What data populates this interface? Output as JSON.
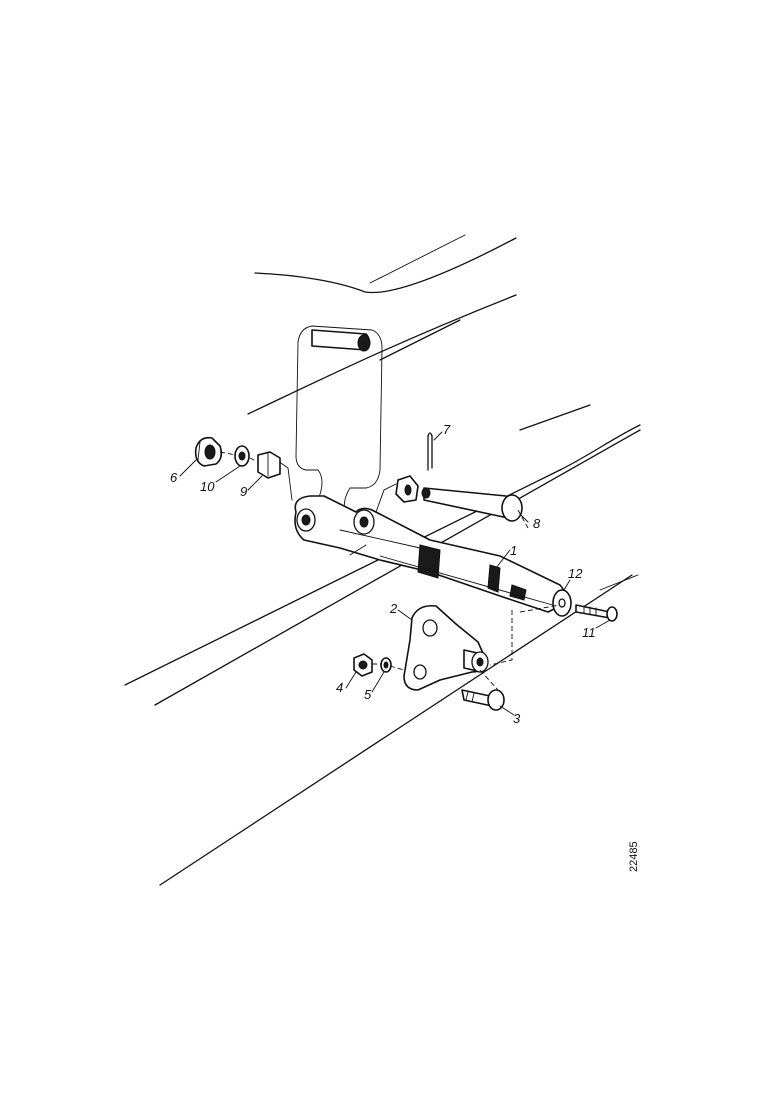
{
  "callouts": {
    "p1": "1",
    "p2": "2",
    "p3": "3",
    "p4": "4",
    "p5": "5",
    "p6": "6",
    "p7": "7",
    "p8": "8",
    "p9": "9",
    "p10": "10",
    "p11": "11",
    "p12": "12"
  },
  "drawing_number": "22485"
}
